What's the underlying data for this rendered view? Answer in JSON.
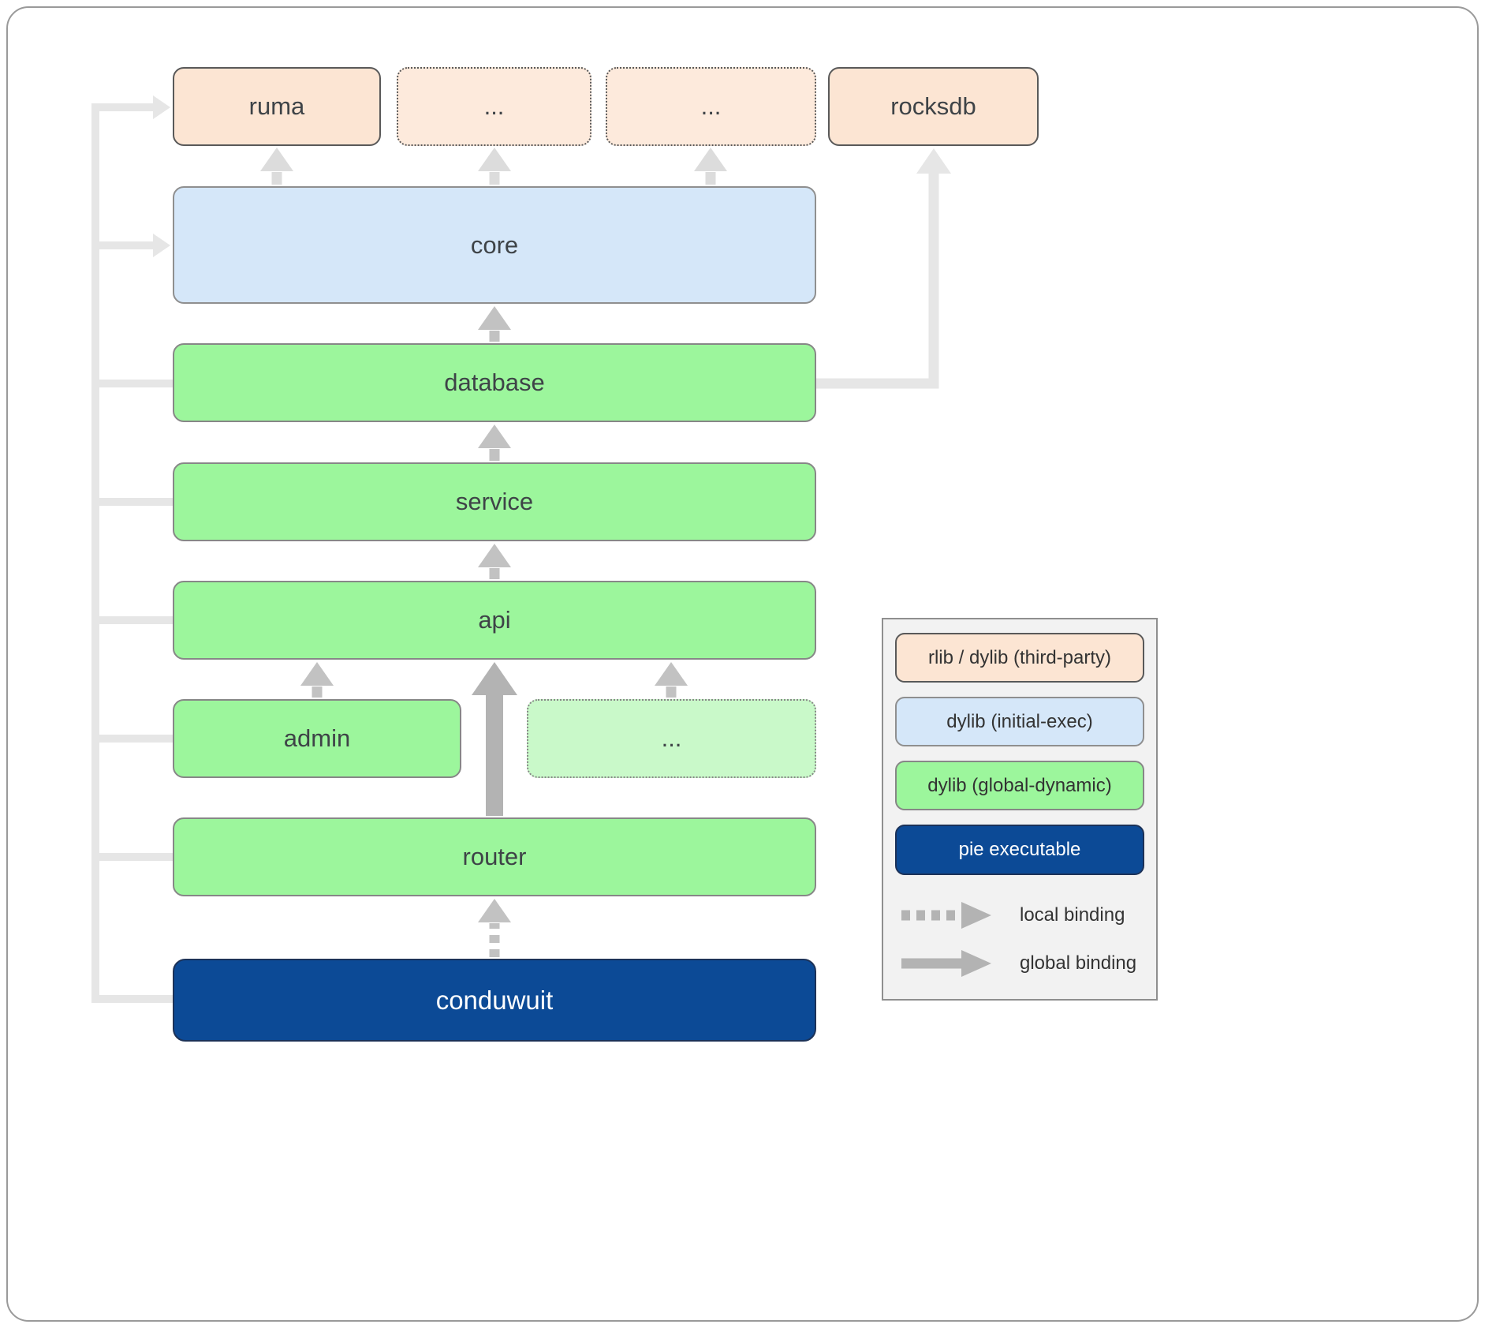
{
  "diagram": {
    "nodes": {
      "ruma": {
        "label": "ruma",
        "type": "rlib-dylib-third-party"
      },
      "dots_top_1": {
        "label": "...",
        "type": "rlib-dylib-third-party"
      },
      "dots_top_2": {
        "label": "...",
        "type": "rlib-dylib-third-party"
      },
      "rocksdb": {
        "label": "rocksdb",
        "type": "rlib-dylib-third-party"
      },
      "core": {
        "label": "core",
        "type": "dylib-initial-exec"
      },
      "database": {
        "label": "database",
        "type": "dylib-global-dynamic"
      },
      "service": {
        "label": "service",
        "type": "dylib-global-dynamic"
      },
      "api": {
        "label": "api",
        "type": "dylib-global-dynamic"
      },
      "admin": {
        "label": "admin",
        "type": "dylib-global-dynamic"
      },
      "dots_mid": {
        "label": "...",
        "type": "dylib-global-dynamic"
      },
      "router": {
        "label": "router",
        "type": "dylib-global-dynamic"
      },
      "conduwuit": {
        "label": "conduwuit",
        "type": "pie-executable"
      }
    },
    "edges": [
      {
        "from": "core",
        "to": "ruma",
        "binding": "global"
      },
      {
        "from": "core",
        "to": "dots_top_1",
        "binding": "global"
      },
      {
        "from": "core",
        "to": "dots_top_2",
        "binding": "global"
      },
      {
        "from": "database",
        "to": "core",
        "binding": "global"
      },
      {
        "from": "database",
        "to": "rocksdb",
        "binding": "global"
      },
      {
        "from": "service",
        "to": "database",
        "binding": "global"
      },
      {
        "from": "api",
        "to": "service",
        "binding": "global"
      },
      {
        "from": "admin",
        "to": "api",
        "binding": "global"
      },
      {
        "from": "dots_mid",
        "to": "api",
        "binding": "global"
      },
      {
        "from": "router",
        "to": "api",
        "binding": "global"
      },
      {
        "from": "conduwuit",
        "to": "router",
        "binding": "local"
      },
      {
        "from": "conduwuit",
        "to": "ruma",
        "binding": "global"
      },
      {
        "from": "conduwuit",
        "to": "core",
        "binding": "global"
      },
      {
        "from": "conduwuit",
        "to": "database",
        "binding": "global"
      },
      {
        "from": "conduwuit",
        "to": "service",
        "binding": "global"
      },
      {
        "from": "conduwuit",
        "to": "api",
        "binding": "global"
      },
      {
        "from": "conduwuit",
        "to": "admin",
        "binding": "global"
      },
      {
        "from": "conduwuit",
        "to": "router",
        "binding": "global"
      }
    ]
  },
  "legend": {
    "items": [
      {
        "label": "rlib / dylib (third-party)",
        "swatch": "third-party"
      },
      {
        "label": "dylib (initial-exec)",
        "swatch": "initial-exec"
      },
      {
        "label": "dylib (global-dynamic)",
        "swatch": "global-dynamic"
      },
      {
        "label": "pie executable",
        "swatch": "pie-executable"
      }
    ],
    "bindings": [
      {
        "label": "local binding",
        "style": "dashed-arrow"
      },
      {
        "label": "global binding",
        "style": "solid-arrow"
      }
    ]
  },
  "colors": {
    "third-party-fill": "#fce5d3",
    "third-party-light-fill": "#fdeadc",
    "third-party-border": "#595959",
    "initial-exec-fill": "#d5e7f9",
    "initial-exec-border": "#8f8f8f",
    "global-dynamic-fill": "#9cf69c",
    "global-dynamic-light-fill": "#c9f9c9",
    "global-dynamic-border": "#878787",
    "pie-fill": "#0c4a96",
    "pie-border": "#1c3258",
    "text": "#3e4347",
    "text-on-dark": "#ffffff",
    "legend-bg": "#f2f2f2",
    "legend-border": "#8f8f8f",
    "arrow-mid": "#c2c2c2",
    "arrow-light": "#dcdcdc",
    "arrow-faint": "#e6e6e6",
    "arrow-thick": "#b3b3b3",
    "frame-border": "#9a9a9a"
  }
}
